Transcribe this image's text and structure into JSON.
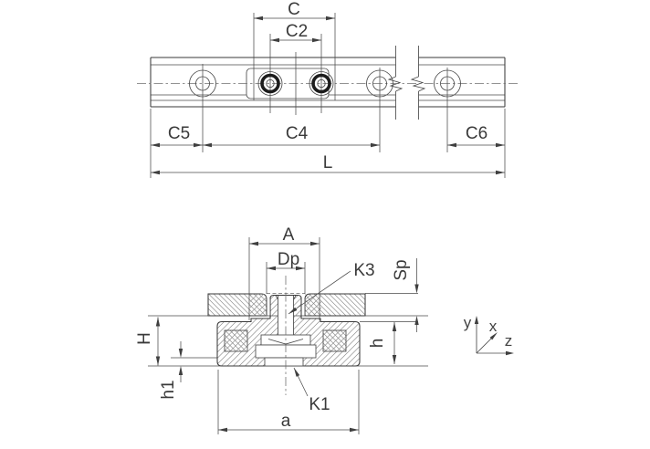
{
  "top_view": {
    "dim_c": "C",
    "dim_c2": "C2",
    "dim_c5": "C5",
    "dim_c4": "C4",
    "dim_c6": "C6",
    "dim_l": "L"
  },
  "section_view": {
    "dim_a_upper": "A",
    "dim_dp": "Dp",
    "dim_k3": "K3",
    "dim_sp": "Sp",
    "dim_h_upper": "H",
    "dim_h_lower": "h",
    "dim_h1": "h1",
    "dim_k1": "K1",
    "dim_a_lower": "a"
  },
  "axes": {
    "x_label": "x",
    "y_label": "y",
    "z_label": "z"
  },
  "icon_names": [
    "break-symbol",
    "counterbore-hole",
    "thread-hole",
    "coordinate-triad"
  ],
  "colors": {
    "line": "#3a3a3a",
    "hatch": "#8b8b8b",
    "centerline": "#707070",
    "bold_hole": "#1c1c1c",
    "background": "#ffffff"
  }
}
